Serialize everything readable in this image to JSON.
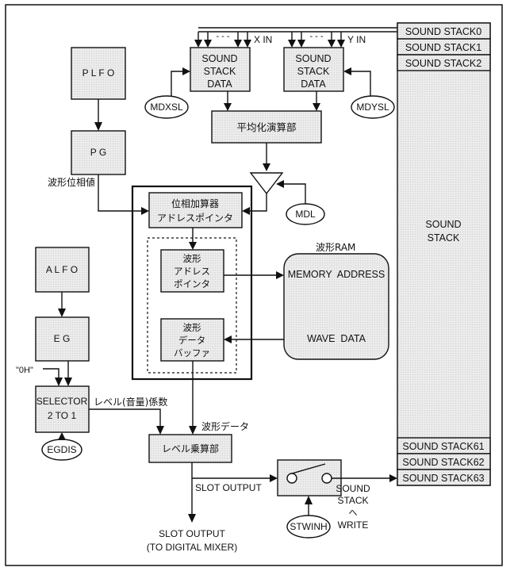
{
  "diagram": {
    "sound_stack_data_x": [
      "SOUND",
      "STACK",
      "DATA"
    ],
    "sound_stack_data_y": [
      "SOUND",
      "STACK",
      "DATA"
    ],
    "x_in": "X IN",
    "y_in": "Y IN",
    "dots": "- - -",
    "mdxsl": "MDXSL",
    "mdysl": "MDYSL",
    "averaging_unit": "平均化演算部",
    "mdl": "MDL",
    "plfo": "P L F O",
    "pg": "P G",
    "waveform_phase_value": "波形位相値",
    "phase_adder": [
      "位相加算器",
      "アドレスポインタ"
    ],
    "wave_address_pointer": [
      "波形",
      "アドレス",
      "ポインタ"
    ],
    "wave_data_buffer": [
      "波形",
      "データ",
      "バッファ"
    ],
    "wave_ram_label": "波形RAM",
    "memory_address": "MEMORY  ADDRESS",
    "wave_data": "WAVE  DATA",
    "alfo": "A L F O",
    "eg": "E G",
    "zero_h": "\"0H\"",
    "selector": [
      "SELECTOR",
      "2 TO 1"
    ],
    "egdis": "EGDIS",
    "level_coefficient": "レベル(音量)係数",
    "waveform_data_label": "波形データ",
    "level_multiplier": "レベル乗算部",
    "slot_output": "SLOT OUTPUT",
    "slot_output_final": [
      "SLOT OUTPUT",
      "(TO DIGITAL MIXER)"
    ],
    "sound_stack_write": [
      "SOUND",
      "STACK",
      "へ",
      "WRITE"
    ],
    "stwinh": "STWINH",
    "sound_stack_top": [
      "SOUND STACK0",
      "SOUND STACK1",
      "SOUND STACK2"
    ],
    "sound_stack_middle": [
      "SOUND",
      "STACK"
    ],
    "sound_stack_bottom": [
      "SOUND STACK61",
      "SOUND STACK62",
      "SOUND STACK63"
    ]
  }
}
